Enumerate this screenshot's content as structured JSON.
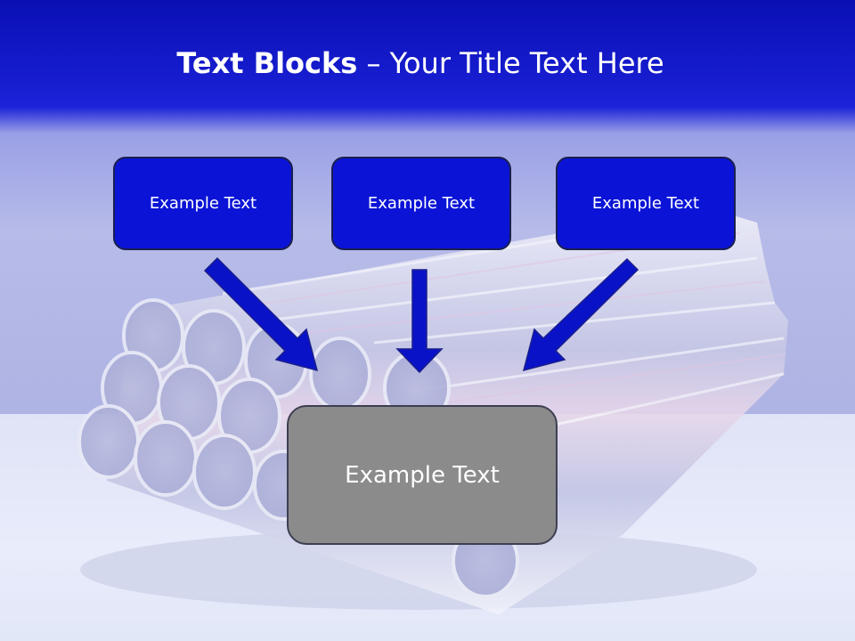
{
  "title": {
    "bold": "Text Blocks",
    "rest": " – Your Title Text Here"
  },
  "blocks": [
    {
      "label": "Example Text"
    },
    {
      "label": "Example Text"
    },
    {
      "label": "Example Text"
    }
  ],
  "main_block": {
    "label": "Example Text"
  },
  "colors": {
    "header": "#0a0fb4",
    "block_fill": "#0b14d6",
    "main_fill": "#8b8b8b",
    "arrow": "#0a12c8"
  }
}
